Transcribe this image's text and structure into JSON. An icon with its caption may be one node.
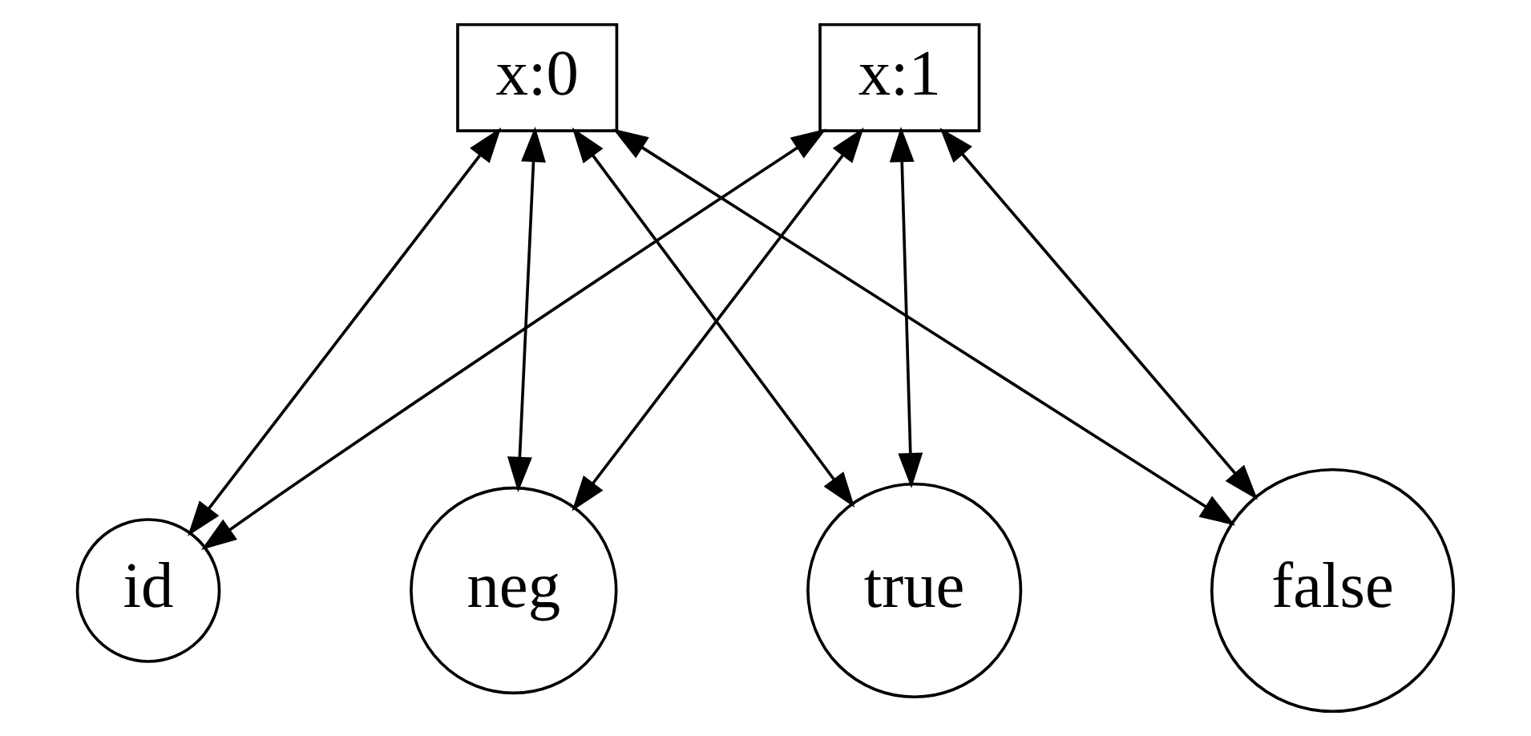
{
  "diagram": {
    "nodes": [
      {
        "text": [
          "x:0"
        ]
      },
      {
        "text": [
          "x:1"
        ]
      },
      {
        "text": [
          "true"
        ]
      },
      {
        "text": [
          "false"
        ]
      },
      {
        "text": [
          "id"
        ]
      },
      {
        "text": [
          "neg"
        ]
      }
    ],
    "edges": [
      {
        "from": 0,
        "to": 2,
        "arrow": "both"
      },
      {
        "from": 0,
        "to": 3,
        "arrow": "both"
      },
      {
        "from": 0,
        "to": 4,
        "arrow": "both"
      },
      {
        "from": 0,
        "to": 5,
        "arrow": "both"
      },
      {
        "from": 1,
        "to": 2,
        "arrow": "both"
      },
      {
        "from": 1,
        "to": 3,
        "arrow": "both"
      },
      {
        "from": 1,
        "to": 4,
        "arrow": "both"
      },
      {
        "from": 1,
        "to": 5,
        "arrow": "both"
      }
    ]
  }
}
